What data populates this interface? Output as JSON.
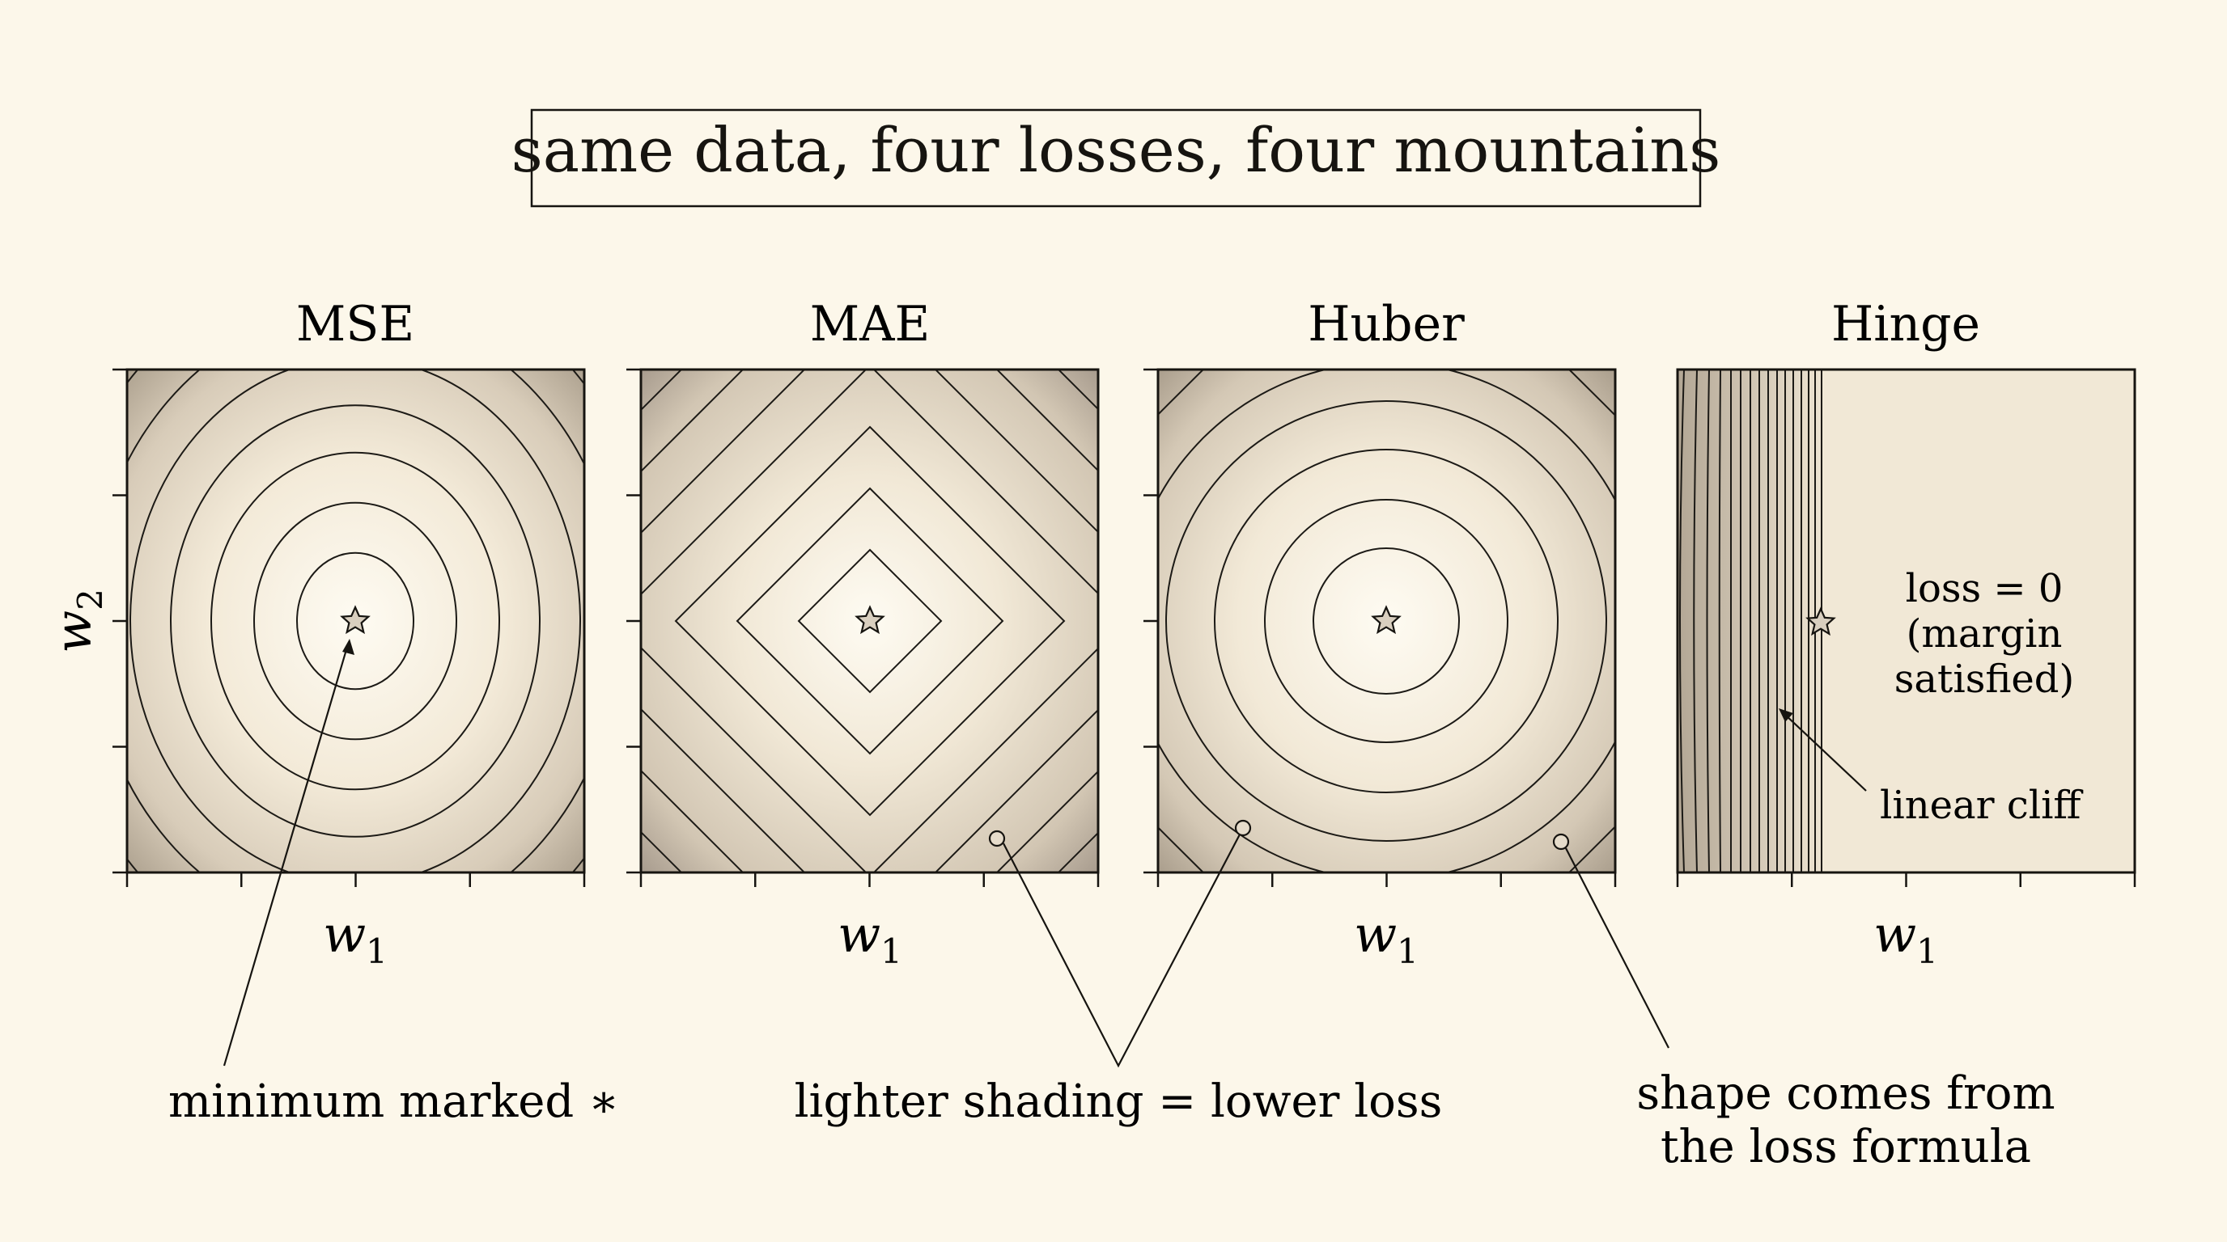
{
  "title": "same data, four losses, four mountains",
  "axis": {
    "x_label": "w",
    "x_sub": "1",
    "y_label": "w",
    "y_sub": "2"
  },
  "panels": [
    {
      "id": "mse",
      "title": "MSE",
      "contour_shape": "ellipse"
    },
    {
      "id": "mae",
      "title": "MAE",
      "contour_shape": "diamond"
    },
    {
      "id": "huber",
      "title": "Huber",
      "contour_shape": "rounded-diamond"
    },
    {
      "id": "hinge",
      "title": "Hinge",
      "contour_shape": "vertical-lines"
    }
  ],
  "annotations": {
    "minimum": "minimum marked ∗",
    "shading": "lighter shading = lower loss",
    "shape_line1": "shape comes from",
    "shape_line2": "the loss formula",
    "cliff": "linear cliff",
    "loss_zero_1": "loss = 0",
    "loss_zero_2": "(margin",
    "loss_zero_3": "satisfied)"
  },
  "colors": {
    "background": "#fcf7ea",
    "ink": "#161410",
    "shade_light": "#fdf9ee",
    "shade_dark": "#a89c8a"
  },
  "icons": {
    "minimum_marker": "star-icon",
    "callout_marker": "circle-marker-icon"
  }
}
